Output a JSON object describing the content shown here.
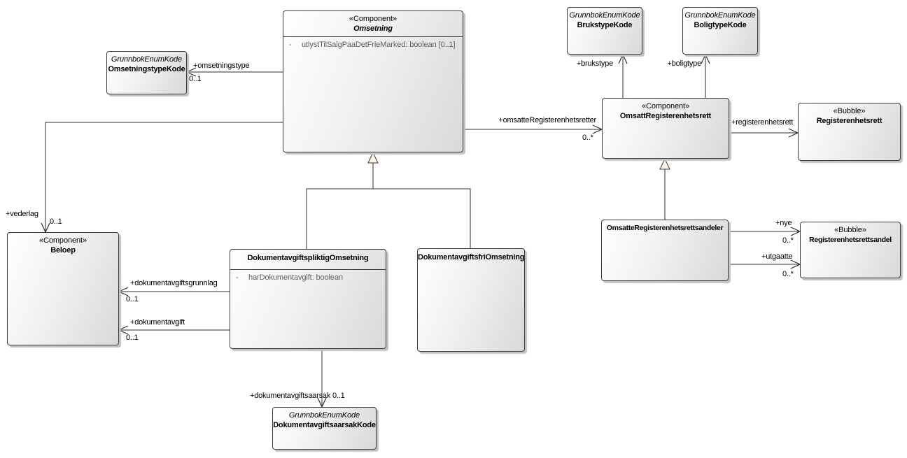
{
  "diagram": {
    "type": "uml-component-diagram",
    "background": "#ffffff",
    "node_border_color": "#3c3c3c",
    "node_fill_gradient": [
      "#ffffff",
      "#d9d9d9"
    ],
    "edge_color": "#2e2e2e",
    "generalization_triangle_fill": "#fcf3e2",
    "attribute_text_color": "#5e5e5e"
  },
  "nodes": {
    "omsetning": {
      "stereotype": "«Component»",
      "name": "Omsetning",
      "attributes": [
        {
          "visibility": "-",
          "text": "utlystTilSalgPaaDetFrieMarked: boolean [0..1]"
        }
      ]
    },
    "omsetningstype_kode": {
      "stereotype": "GrunnbokEnumKode",
      "name": "OmsetningstypeKode"
    },
    "brukstype_kode": {
      "stereotype": "GrunnbokEnumKode",
      "name": "BrukstypeKode"
    },
    "boligtype_kode": {
      "stereotype": "GrunnbokEnumKode",
      "name": "BoligtypeKode"
    },
    "omsatt_registerenhetsrett": {
      "stereotype": "«Component»",
      "name": "OmsattRegisterenhetsrett"
    },
    "registerenhetsrett": {
      "stereotype": "«Bubble»",
      "name": "Registerenhetsrett"
    },
    "omsatte_registerenhetsrettsandeler": {
      "name": "OmsatteRegisterenhetsrettsandeler"
    },
    "registerenhetsrettsandel": {
      "stereotype": "«Bubble»",
      "name": "Registerenhetsrettsandel"
    },
    "beloep": {
      "stereotype": "«Component»",
      "name": "Beloep"
    },
    "dokumentavgiftspliktig_omsetning": {
      "name": "DokumentavgiftspliktigOmsetning",
      "attributes": [
        {
          "visibility": "-",
          "text": "harDokumentavgift: boolean"
        }
      ]
    },
    "dokumentavgiftsfri_omsetning": {
      "name": "DokumentavgiftsfriOmsetning"
    },
    "dokumentavgiftsaarsak_kode": {
      "stereotype": "GrunnbokEnumKode",
      "name": "DokumentavgiftsaarsakKode"
    }
  },
  "edges": {
    "omsetningstype": {
      "label": "+omsetningstype",
      "multiplicity": "0..1"
    },
    "vederlag": {
      "label": "+vederlag",
      "multiplicity": "0..1"
    },
    "omsatte_registerenhetsretter": {
      "label": "+omsatteRegisterenhetsretter",
      "multiplicity": "0..*"
    },
    "brukstype": {
      "label": "+brukstype"
    },
    "boligtype": {
      "label": "+boligtype"
    },
    "registerenhetsrett": {
      "label": "+registerenhetsrett"
    },
    "nye": {
      "label": "+nye",
      "multiplicity": "0..*"
    },
    "utgaatte": {
      "label": "+utgaatte",
      "multiplicity": "0..*"
    },
    "dokumentavgiftsgrunnlag": {
      "label": "+dokumentavgiftsgrunnlag",
      "multiplicity": "0..1"
    },
    "dokumentavgift": {
      "label": "+dokumentavgift",
      "multiplicity": "0..1"
    },
    "dokumentavgiftsaarsak": {
      "label": "+dokumentavgiftsaarsak 0..1"
    }
  }
}
